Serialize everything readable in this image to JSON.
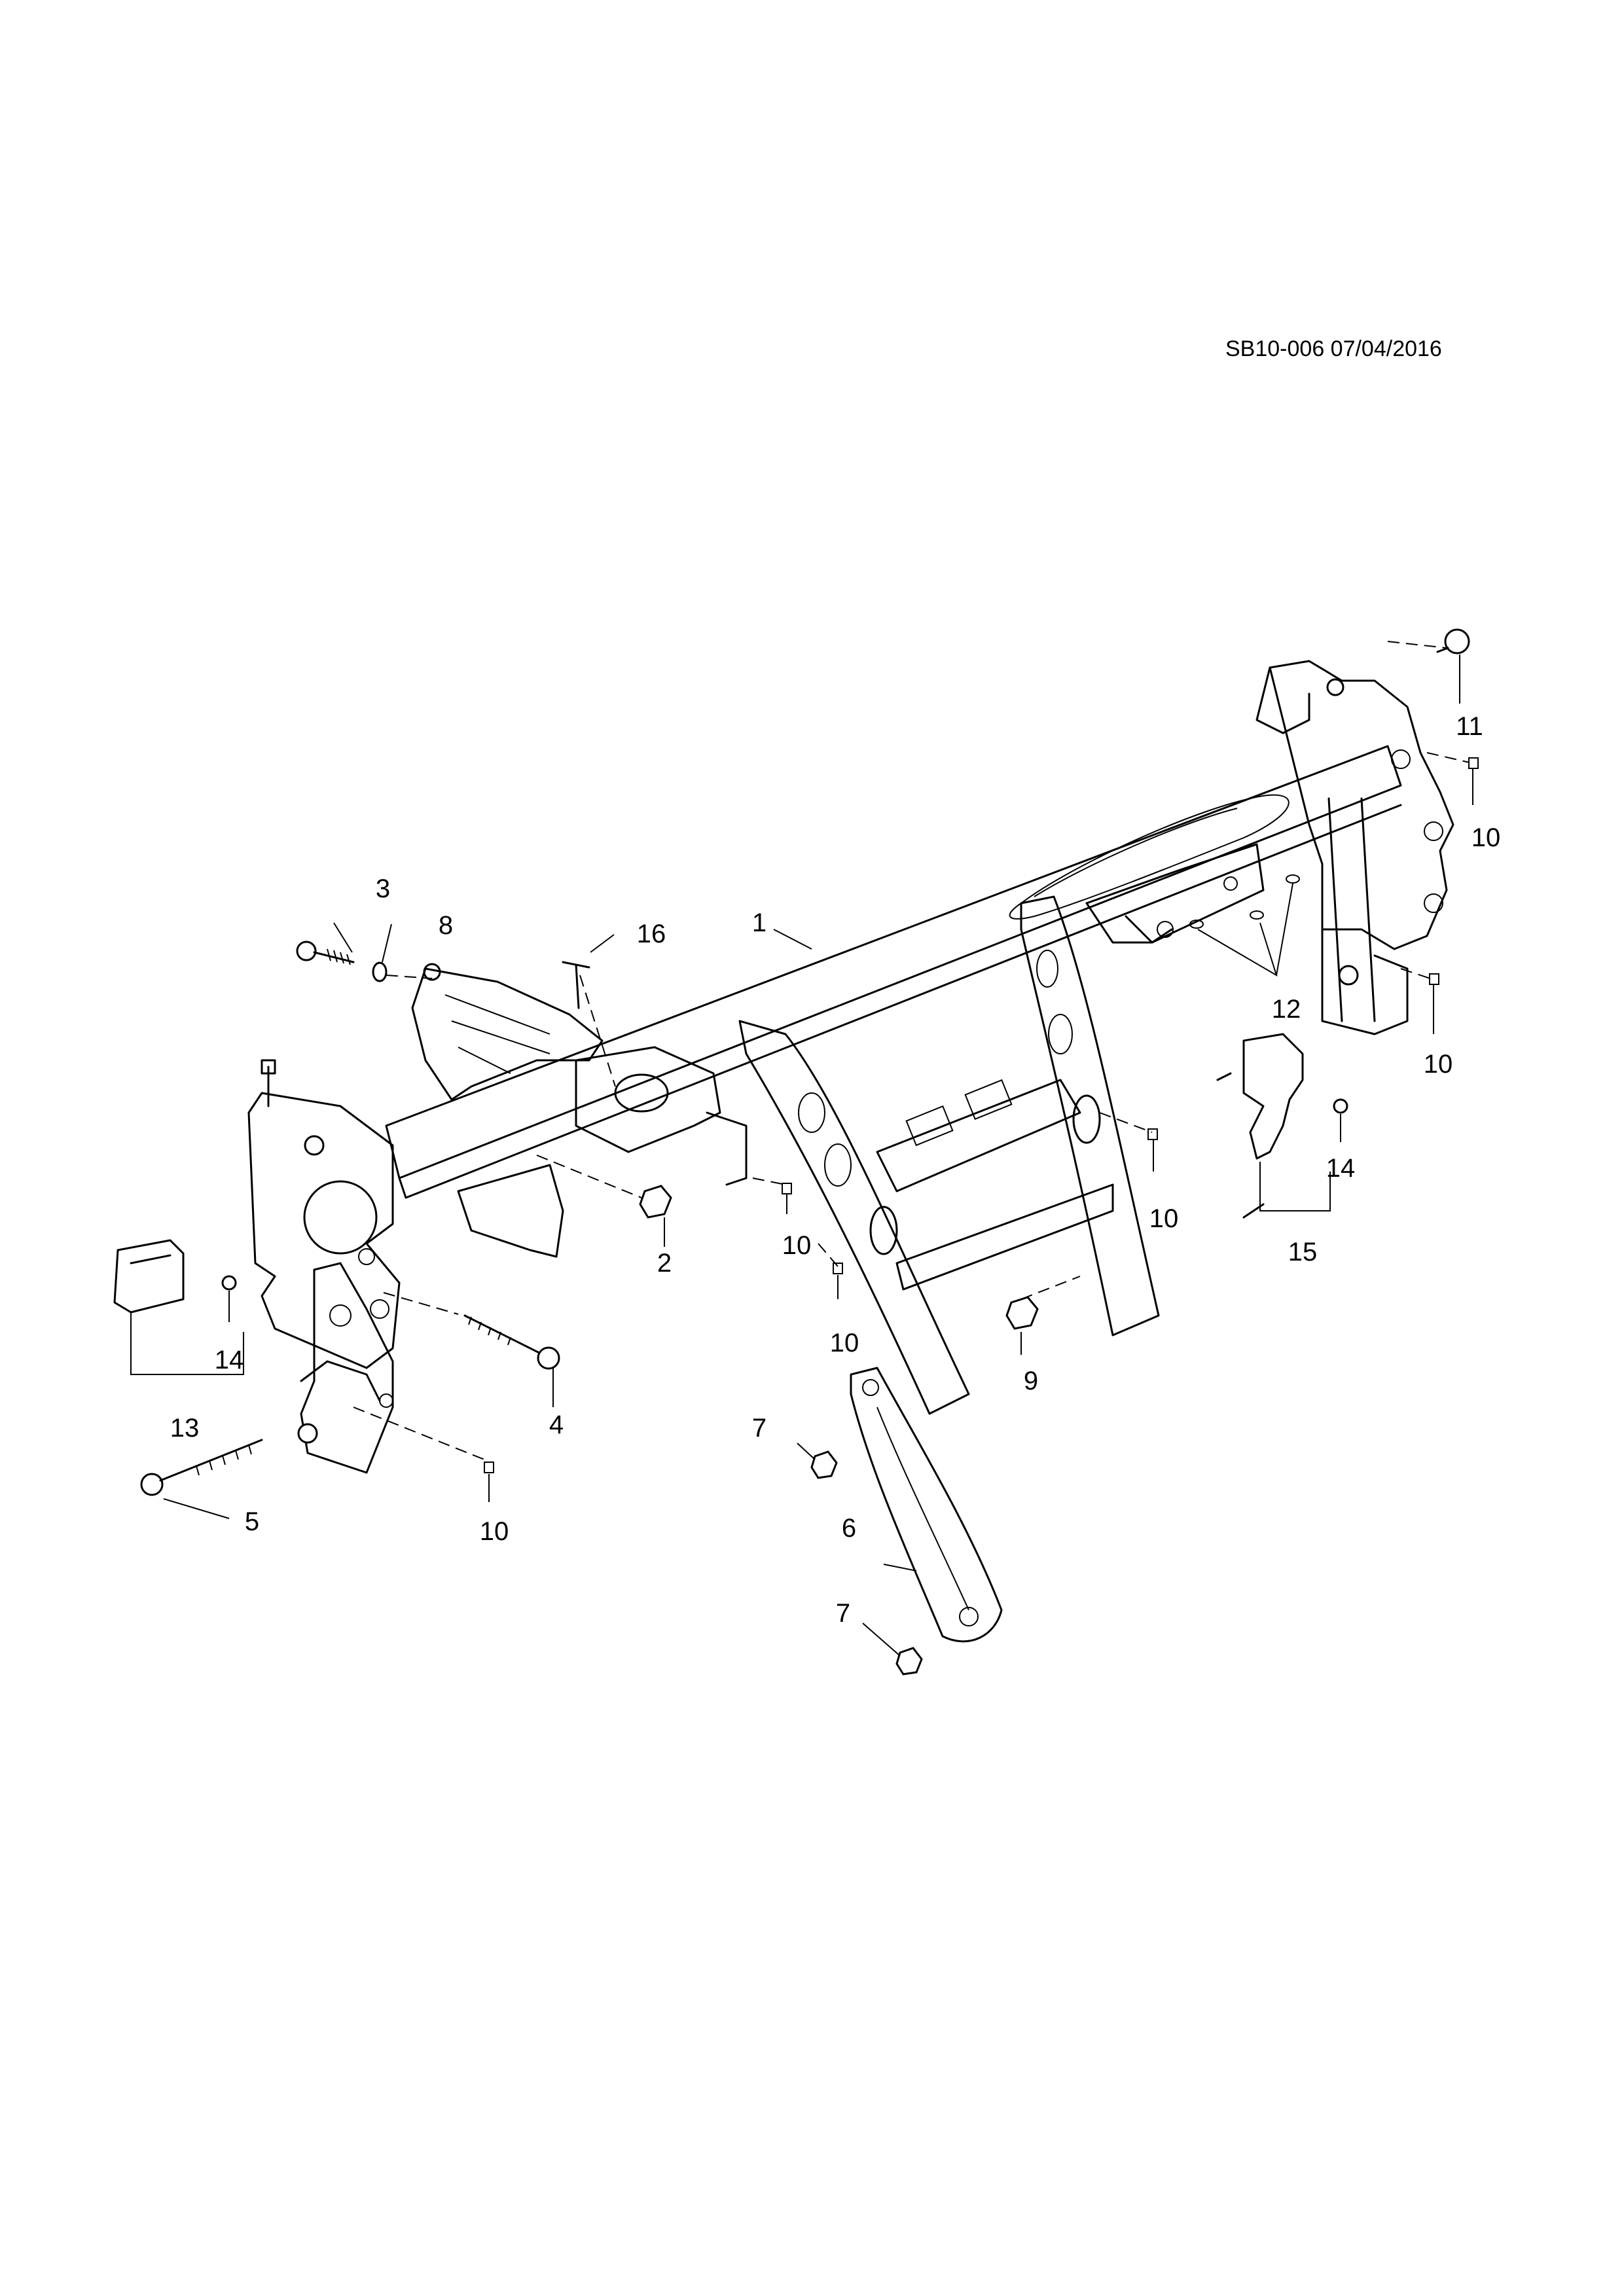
{
  "drawing_id": "SB10-006 07/04/2016",
  "callouts": {
    "c1": "1",
    "c2": "2",
    "c3": "3",
    "c4": "4",
    "c5": "5",
    "c6": "6",
    "c7a": "7",
    "c7b": "7",
    "c8": "8",
    "c9": "9",
    "c10a": "10",
    "c10b": "10",
    "c10c": "10",
    "c10d": "10",
    "c10e": "10",
    "c10f": "10",
    "c11": "11",
    "c12": "12",
    "c13": "13",
    "c14a": "14",
    "c14b": "14",
    "c15": "15",
    "c16": "16"
  }
}
